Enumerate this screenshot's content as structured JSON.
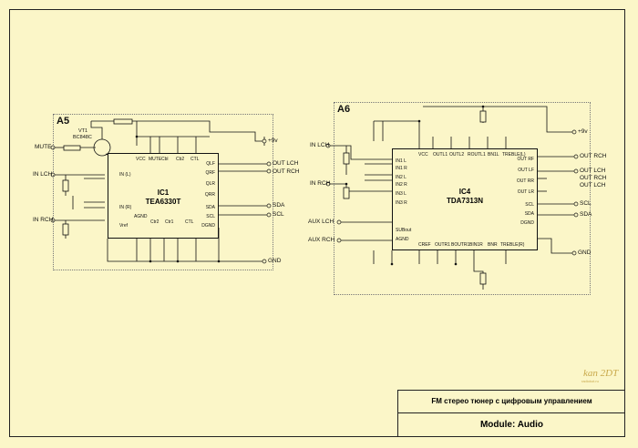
{
  "blocks": {
    "a5": "A5",
    "a6": "A6"
  },
  "ic1": {
    "ref": "IC1",
    "part": "TEA6330T",
    "pins_left": [
      "IN (L)",
      "IN (R)",
      "Vref"
    ],
    "pins_top": [
      "VCC",
      "MUTE",
      "Cbl",
      "Cb2",
      "CTL"
    ],
    "pins_right": [
      "QLF",
      "QRF",
      "QLR",
      "QRR",
      "SDA",
      "SCL",
      "DGND"
    ],
    "pins_bottom": [
      "AGND",
      "Ctr2",
      "Ctr1",
      "CTL"
    ]
  },
  "ic4": {
    "ref": "IC4",
    "part": "TDA7313N",
    "pins_top": [
      "VCC",
      "OUTL1",
      "OUTL2",
      "ROUTL1",
      "BN1L",
      "TREBLE(L)"
    ],
    "pins_left": [
      "IN1 L",
      "IN1 R",
      "IN2 L",
      "IN2 R",
      "IN3 L",
      "IN3 R",
      "SUBout",
      "AGND"
    ],
    "pins_right": [
      "OUT RF",
      "OUT LF",
      "OUT RR",
      "OUT LR",
      "SCL",
      "SDA",
      "DGND"
    ],
    "pins_bottom": [
      "CREF",
      "OUTR1",
      "BOUTR1",
      "BIN1R",
      "BNR",
      "TREBLE(R)"
    ]
  },
  "transistor": {
    "ref": "VT1",
    "part": "BC848C"
  },
  "nets_a5": {
    "mute": "MUTE",
    "in_lch": "IN LCH",
    "in_rch": "IN RCH",
    "vcc": "+9v",
    "out_lch": "OUT LCH",
    "out_rch": "OUT RCH",
    "sda": "SDA",
    "scl": "SCL",
    "gnd": "GND"
  },
  "nets_a6": {
    "in_lch": "IN LCH",
    "in_rch": "IN RCH",
    "aux_lch": "AUX LCH",
    "aux_rch": "AUX RCH",
    "vcc": "+9v",
    "out_rch_1": "OUT RCH",
    "out_lch_1": "OUT LCH",
    "out_rch_2": "OUT RCH",
    "out_lch_2": "OUT LCH",
    "scl": "SCL",
    "sda": "SDA",
    "gnd": "GND"
  },
  "title": {
    "project": "FM стерео тюнер с цифровым управлением",
    "module": "Module: Audio"
  },
  "logo": {
    "mark": "kan 2DT",
    "site": "radiokot.ru"
  },
  "colors": {
    "background": "#fbf6c8",
    "ink": "#111111",
    "logo": "#c9a94c"
  }
}
